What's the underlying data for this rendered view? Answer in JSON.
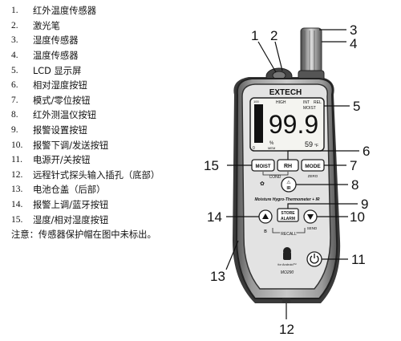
{
  "legend": {
    "items": [
      {
        "num": "1.",
        "label": "红外温度传感器"
      },
      {
        "num": "2.",
        "label": "激光笔"
      },
      {
        "num": "3.",
        "label": "湿度传感器"
      },
      {
        "num": "4.",
        "label": "温度传感器"
      },
      {
        "num": "5.",
        "label": "LCD 显示屏"
      },
      {
        "num": "6.",
        "label": "相对湿度按钮"
      },
      {
        "num": "7.",
        "label": "模式/零位按钮"
      },
      {
        "num": "8.",
        "label": "红外测温仪按钮"
      },
      {
        "num": "9.",
        "label": "报警设置按钮"
      },
      {
        "num": "10.",
        "label": "报警下调/发送按钮"
      },
      {
        "num": "11.",
        "label": "电源开/关按钮"
      },
      {
        "num": "12.",
        "label": "远程针式探头输入插孔（底部）"
      },
      {
        "num": "13.",
        "label": "电池仓盖（后部）"
      },
      {
        "num": "14.",
        "label": "报警上调/蓝牙按钮"
      },
      {
        "num": "15.",
        "label": "湿度/相对湿度按钮"
      }
    ],
    "note": "注意：传感器保护帽在图中未标出。"
  },
  "device": {
    "brand": "EXTECH",
    "lcd": {
      "high": "HIGH",
      "int": "INT",
      "rel": "REL",
      "moist": "MOIST",
      "main_value": "99.9",
      "secondary_value": "59",
      "secondary_unit": "°F",
      "mem": "MEM",
      "pct": "%",
      "zero": "0",
      "scale_top": "100"
    },
    "buttons": {
      "moist": "MOIST",
      "rh": "RH",
      "mode": "MODE",
      "zero": "ZERO",
      "cond": "COND",
      "ir": "IR",
      "store_line1": "STORE",
      "store_line2": "ALARM",
      "recall": "RECALL",
      "send": "SEND"
    },
    "model_label": "Moisture Hygro-Thermometer + IR",
    "android_badge": "for Android™",
    "model_number": "MO290"
  },
  "callouts": [
    "1",
    "2",
    "3",
    "4",
    "5",
    "6",
    "7",
    "8",
    "9",
    "10",
    "11",
    "12",
    "13",
    "14",
    "15"
  ]
}
